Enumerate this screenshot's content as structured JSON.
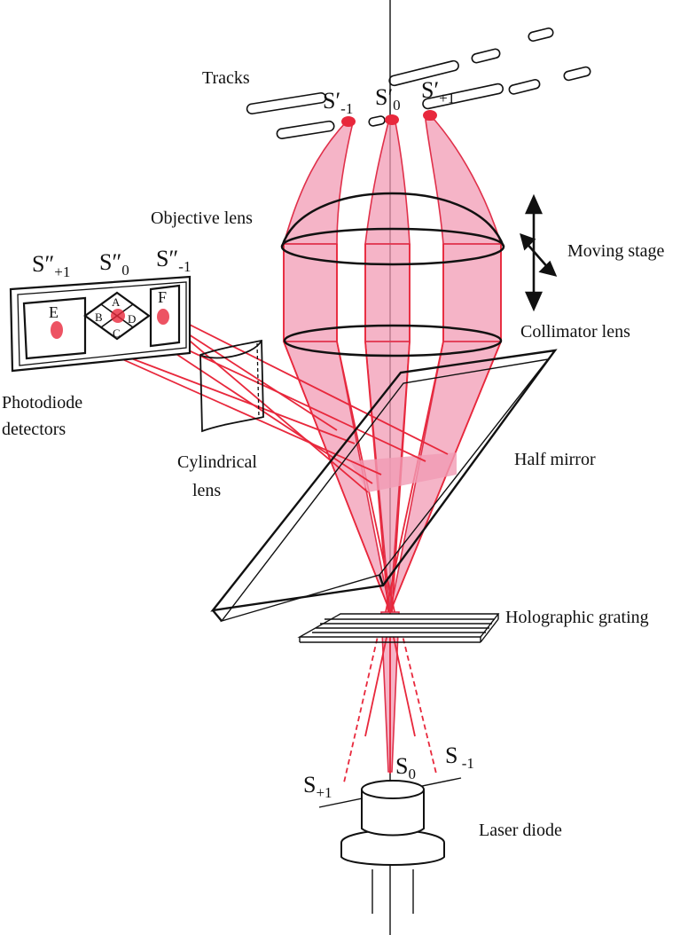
{
  "labels": {
    "tracks": "Tracks",
    "spot_minus1_top": "S′",
    "spot_minus1_top_sub": "-1",
    "spot_0_top": "S′",
    "spot_0_top_sub": "0",
    "spot_plus1_top": "S′",
    "spot_plus1_top_sub": "+1",
    "objective_lens": "Objective lens",
    "moving_stage": "Moving stage",
    "collimator_lens": "Collimator lens",
    "half_mirror": "Half mirror",
    "holographic_grating": "Holographic grating",
    "laser_diode": "Laser diode",
    "cylindrical_lens_1": "Cylindrical",
    "cylindrical_lens_2": "lens",
    "photodiode_1": "Photodiode",
    "photodiode_2": "detectors",
    "det_plus1": "S″",
    "det_plus1_sub": "+1",
    "det_0": "S″",
    "det_0_sub": "0",
    "det_minus1": "S″",
    "det_minus1_sub": "-1",
    "quad_a": "A",
    "quad_b": "B",
    "quad_c": "C",
    "quad_d": "D",
    "det_e": "E",
    "det_f": "F",
    "src_plus1": "S",
    "src_plus1_sub": "+1",
    "src_0": "S",
    "src_0_sub": "0",
    "src_minus1": "S",
    "src_minus1_sub": " -1"
  },
  "colors": {
    "beam_fill": "#f19bb4",
    "ray": "#e8283c",
    "outline": "#111111"
  }
}
